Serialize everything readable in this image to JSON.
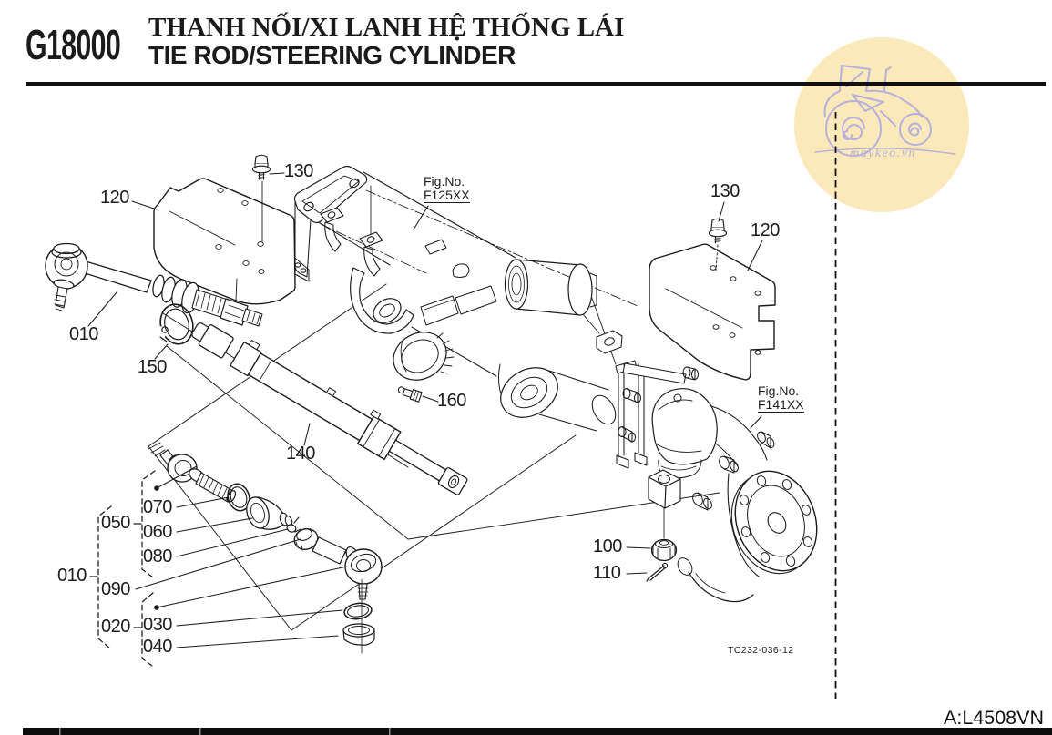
{
  "header": {
    "section_code": "G18000",
    "title_primary": "THANH NỐI/XI LANH HỆ THỐNG LÁI",
    "title_secondary": "TIE ROD/STEERING CYLINDER"
  },
  "diagram": {
    "fig_refs": {
      "front_axle": {
        "label": "Fig.No.",
        "code": "F125XX"
      },
      "front_wheel_case": {
        "label": "Fig.No.",
        "code": "F141XX"
      }
    },
    "callouts": {
      "left_bolt": "130",
      "left_cover": "120",
      "tie_rod_lh": "010",
      "snap_ring": "150",
      "steering_cylinder": "140",
      "grease_fitting": "160",
      "oring_inner": "070",
      "inner_joint_group": "050",
      "dust_boot": "060",
      "boot_clip": "080",
      "tie_rod_assy_group": "010",
      "lock_nut": "090",
      "rod_end_group": "020",
      "oring_end": "030",
      "seal_seat": "040",
      "castle_nut": "100",
      "cotter_pin": "110",
      "right_bolt": "130",
      "right_cover": "120"
    },
    "drawing_code": "TC232-036-12"
  },
  "watermark": {
    "text": "maykeo.vn"
  },
  "footer": {
    "catalog_ref": "A:L4508VN"
  },
  "colors": {
    "ink": "#1b1b1b",
    "watermark_fill": "#fbe9ba",
    "watermark_ink": "#b6b0dc"
  }
}
